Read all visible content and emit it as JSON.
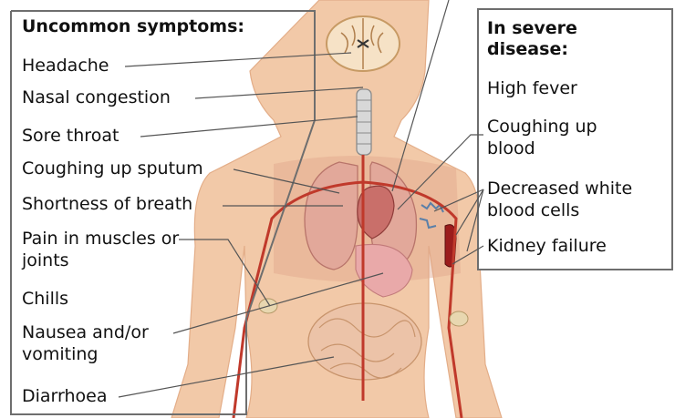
{
  "left_panel": {
    "heading": "Uncommon symptoms:",
    "items": [
      "Headache",
      "Nasal congestion",
      "Sore throat",
      "Coughing up sputum",
      "Shortness of breath",
      "Pain in muscles or joints",
      "Chills",
      "Nausea and/or vomiting",
      "Diarrhoea"
    ]
  },
  "right_panel": {
    "heading": "In severe disease:",
    "items": [
      "High fever",
      "Coughing up blood",
      "Decreased white blood cells",
      "Kidney failure"
    ]
  },
  "icons": [
    "human-body-illustration-icon",
    "brain-icon",
    "lungs-icon",
    "heart-icon",
    "kidney-icon"
  ],
  "colors": {
    "skin": "#f2c9a8",
    "artery": "#c0392b",
    "text": "#111111",
    "frame": "#6e6e6e"
  }
}
